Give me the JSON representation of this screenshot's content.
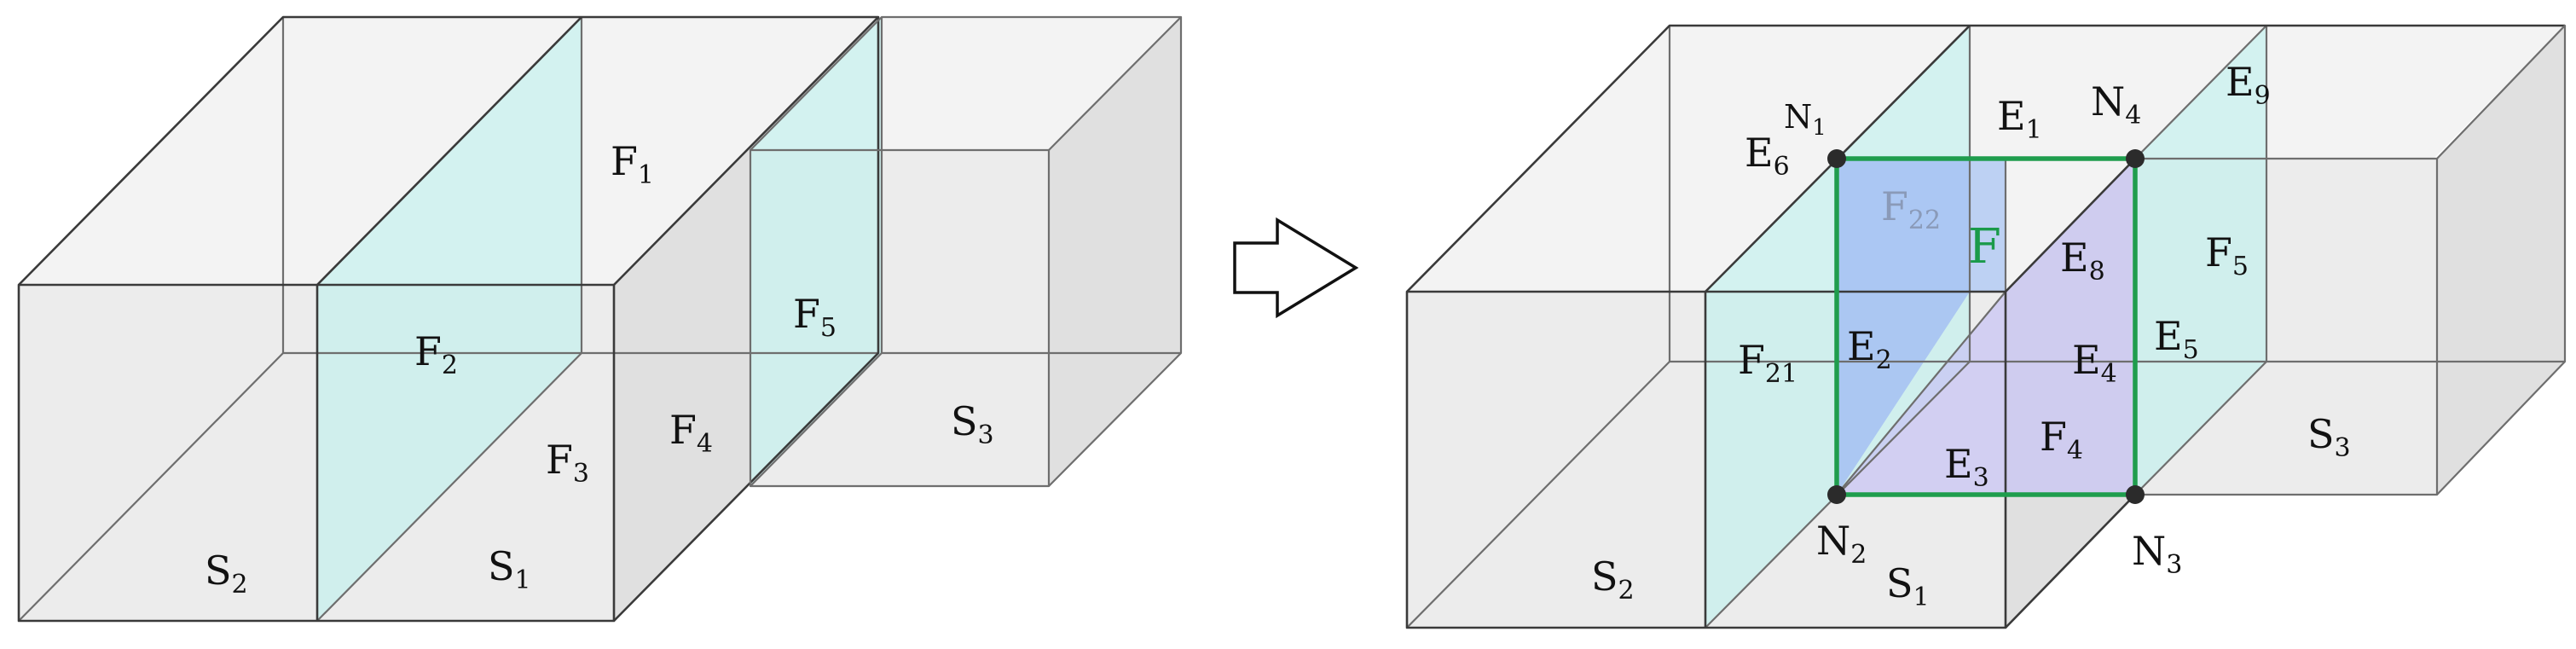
{
  "colors": {
    "cyan_face": "#bff0ee",
    "blue_face": "#a8c4f2",
    "purple_face": "#c8c4f4",
    "green_frame": "#1f9d4d",
    "label_F22": "#8a9ab8",
    "node": "#2b2b2b"
  },
  "left": {
    "labels": {
      "F1": {
        "main": "F",
        "sub": "1"
      },
      "F2": {
        "main": "F",
        "sub": "2"
      },
      "F3": {
        "main": "F",
        "sub": "3"
      },
      "F4": {
        "main": "F",
        "sub": "4"
      },
      "F5": {
        "main": "F",
        "sub": "5"
      },
      "S1": {
        "main": "S",
        "sub": "1"
      },
      "S2": {
        "main": "S",
        "sub": "2"
      },
      "S3": {
        "main": "S",
        "sub": "3"
      }
    }
  },
  "arrow": {
    "icon": "hollow-right-arrow-icon"
  },
  "right": {
    "labels": {
      "N1": {
        "main": "N",
        "sub": "1"
      },
      "N2": {
        "main": "N",
        "sub": "2"
      },
      "N3": {
        "main": "N",
        "sub": "3"
      },
      "N4": {
        "main": "N",
        "sub": "4"
      },
      "E1": {
        "main": "E",
        "sub": "1"
      },
      "E2": {
        "main": "E",
        "sub": "2"
      },
      "E3": {
        "main": "E",
        "sub": "3"
      },
      "E4": {
        "main": "E",
        "sub": "4"
      },
      "E5": {
        "main": "E",
        "sub": "5"
      },
      "E6": {
        "main": "E",
        "sub": "6"
      },
      "E8": {
        "main": "E",
        "sub": "8"
      },
      "E9": {
        "main": "E",
        "sub": "9"
      },
      "F": {
        "main": "F"
      },
      "F22": {
        "main": "F",
        "sub": "22"
      },
      "F21": {
        "main": "F",
        "sub": "21"
      },
      "F4": {
        "main": "F",
        "sub": "4"
      },
      "F5": {
        "main": "F",
        "sub": "5"
      },
      "S1": {
        "main": "S",
        "sub": "1"
      },
      "S2": {
        "main": "S",
        "sub": "2"
      },
      "S3": {
        "main": "S",
        "sub": "3"
      }
    }
  }
}
